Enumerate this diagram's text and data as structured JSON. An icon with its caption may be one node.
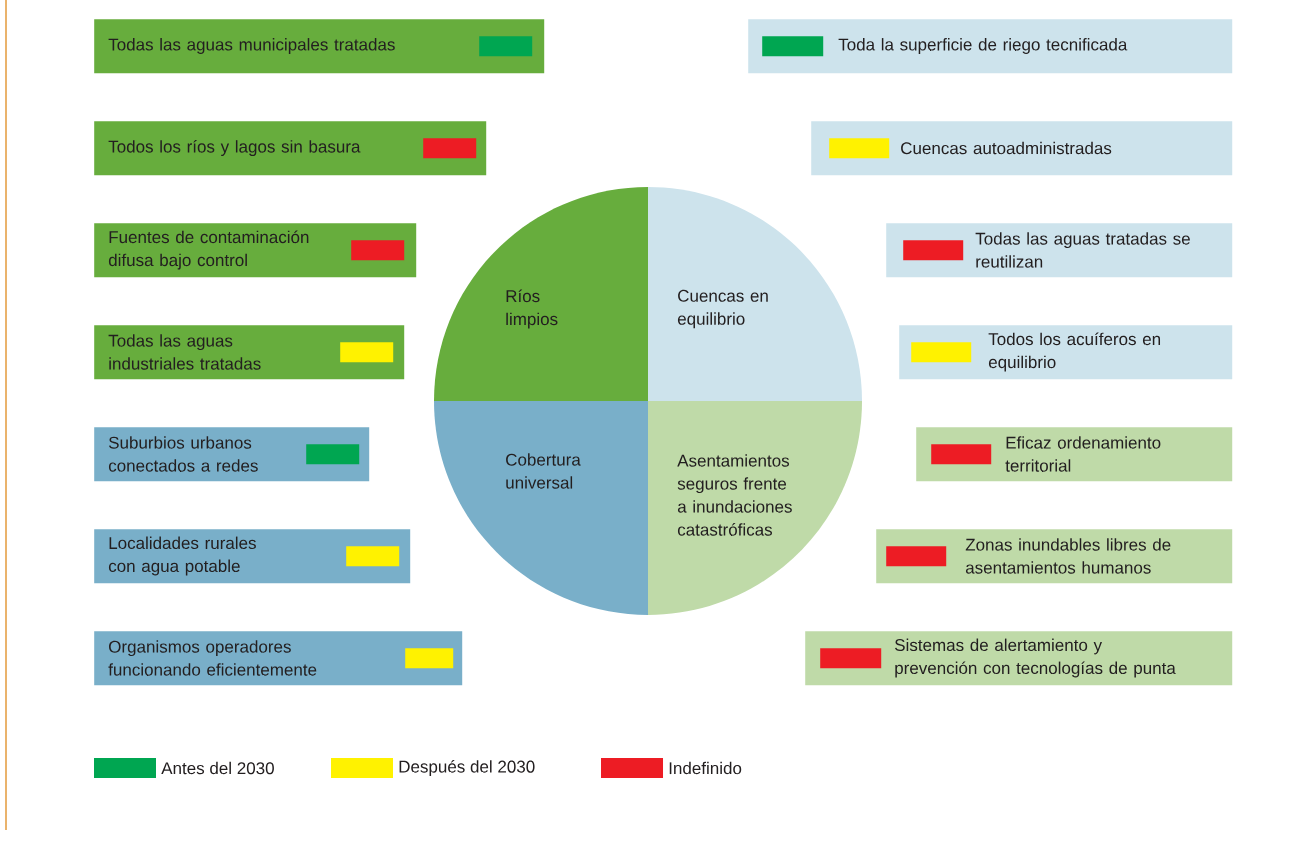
{
  "diagram": {
    "nodes": [
      {
        "text": [
          "Ríos limpios"
        ]
      },
      {
        "text": [
          "Cuencas en equilibrio"
        ]
      },
      {
        "text": [
          "Cobertura universal"
        ]
      },
      {
        "text": [
          "Asentamientos seguros frente a inundaciones catastróficas"
        ]
      },
      {
        "text": [
          "Todas las aguas municipales tratadas"
        ]
      },
      {
        "text": [],
        "shape": "box",
        "in": 4
      },
      {
        "text": [
          "Todos los ríos y lagos sin basura"
        ]
      },
      {
        "text": [],
        "shape": "box",
        "in": 6
      },
      {
        "text": [
          "Fuentes de contaminación difusa bajo control"
        ]
      },
      {
        "text": [],
        "shape": "box",
        "in": 8
      },
      {
        "text": [
          "Todas las aguas industriales tratadas"
        ]
      },
      {
        "text": [],
        "shape": "box",
        "in": 10
      },
      {
        "text": [
          "Suburbios urbanos conectados a redes"
        ]
      },
      {
        "text": [],
        "shape": "box",
        "in": 12
      },
      {
        "text": [
          "Localidades rurales con agua potable"
        ]
      },
      {
        "text": [],
        "shape": "box",
        "in": 14
      },
      {
        "text": [
          "Organismos operadores funcionando eficientemente"
        ]
      },
      {
        "text": [],
        "shape": "box",
        "in": 16
      },
      {
        "text": [
          "Toda la superficie de riego tecnificada"
        ]
      },
      {
        "text": [],
        "shape": "box",
        "in": 18
      },
      {
        "text": [
          "Cuencas autoadministradas"
        ]
      },
      {
        "text": [],
        "shape": "box",
        "in": 20
      },
      {
        "text": [
          "Todas las aguas tratadas se reutilizan"
        ]
      },
      {
        "text": [],
        "shape": "box",
        "in": 22
      },
      {
        "text": [
          "Todos los acuíferos en equilibrio"
        ]
      },
      {
        "text": [],
        "shape": "box",
        "in": 24
      },
      {
        "text": [
          "Eficaz ordenamiento territorial"
        ]
      },
      {
        "text": [],
        "shape": "box",
        "in": 26
      },
      {
        "text": [
          "Zonas inundables libres de asentamientos humanos"
        ]
      },
      {
        "text": [],
        "shape": "box",
        "in": 28
      },
      {
        "text": [
          "Sistemas de alertamiento y prevención con tecnologías de punta"
        ]
      },
      {
        "text": [],
        "shape": "box",
        "in": 30
      }
    ],
    "legend": [
      {
        "text": "Antes del 2030",
        "color": "#00a651"
      },
      {
        "text": "Después del 2030",
        "color": "#fff200"
      },
      {
        "text": "Indefinido",
        "color": "#ed1c24"
      }
    ]
  }
}
